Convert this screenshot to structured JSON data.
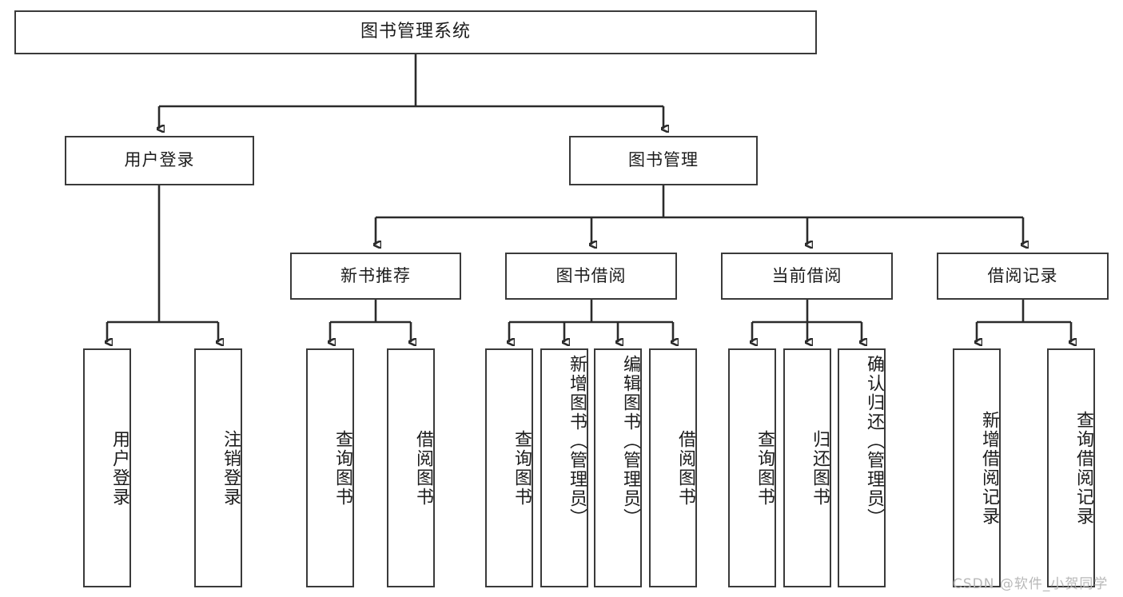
{
  "diagram": {
    "type": "tree",
    "title": "图书管理系统",
    "watermark": "CSDN @软件_小贺同学",
    "colors": {
      "box_border": "#3a3a3a",
      "box_fill": "#ffffff",
      "edge": "#2b2b2b",
      "text": "#1c1c1c",
      "watermark": "#b8b8b8"
    },
    "root": {
      "label": "图书管理系统"
    },
    "level2": [
      {
        "label": "用户登录"
      },
      {
        "label": "图书管理"
      }
    ],
    "level3": [
      {
        "label": "新书推荐"
      },
      {
        "label": "图书借阅"
      },
      {
        "label": "当前借阅"
      },
      {
        "label": "借阅记录"
      }
    ],
    "leaves": {
      "user_login": [
        {
          "label": "用户登录"
        },
        {
          "label": "注销登录"
        }
      ],
      "new_book_recommend": [
        {
          "label": "查询图书"
        },
        {
          "label": "借阅图书"
        }
      ],
      "book_borrow": [
        {
          "label": "查询图书"
        },
        {
          "label": "新增图书（管理员）"
        },
        {
          "label": "编辑图书（管理员）"
        },
        {
          "label": "借阅图书"
        }
      ],
      "current_borrow": [
        {
          "label": "查询图书"
        },
        {
          "label": "归还图书"
        },
        {
          "label": "确认归还（管理员）"
        }
      ],
      "borrow_record": [
        {
          "label": "新增借阅记录"
        },
        {
          "label": "查询借阅记录"
        }
      ]
    }
  }
}
